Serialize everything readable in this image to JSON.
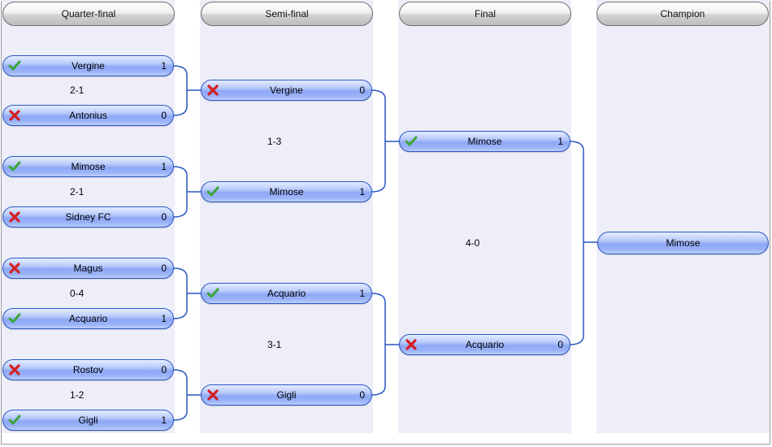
{
  "rounds": {
    "qf": "Quarter-final",
    "sf": "Semi-final",
    "final": "Final",
    "champion": "Champion"
  },
  "qf_matches": [
    {
      "result": "2-1",
      "top": {
        "name": "Vergine",
        "score": "1",
        "status": "win"
      },
      "bottom": {
        "name": "Antonius",
        "score": "0",
        "status": "loss"
      }
    },
    {
      "result": "2-1",
      "top": {
        "name": "Mimose",
        "score": "1",
        "status": "win"
      },
      "bottom": {
        "name": "Sidney FC",
        "score": "0",
        "status": "loss"
      }
    },
    {
      "result": "0-4",
      "top": {
        "name": "Magus",
        "score": "0",
        "status": "loss"
      },
      "bottom": {
        "name": "Acquario",
        "score": "1",
        "status": "win"
      }
    },
    {
      "result": "1-2",
      "top": {
        "name": "Rostov",
        "score": "0",
        "status": "loss"
      },
      "bottom": {
        "name": "Gigli",
        "score": "1",
        "status": "win"
      }
    }
  ],
  "sf_matches": [
    {
      "result": "1-3",
      "top": {
        "name": "Vergine",
        "score": "0",
        "status": "loss"
      },
      "bottom": {
        "name": "Mimose",
        "score": "1",
        "status": "win"
      }
    },
    {
      "result": "3-1",
      "top": {
        "name": "Acquario",
        "score": "1",
        "status": "win"
      },
      "bottom": {
        "name": "Gigli",
        "score": "0",
        "status": "loss"
      }
    }
  ],
  "final_match": {
    "result": "4-0",
    "top": {
      "name": "Mimose",
      "score": "1",
      "status": "win"
    },
    "bottom": {
      "name": "Acquario",
      "score": "0",
      "status": "loss"
    }
  },
  "champion": {
    "name": "Mimose"
  },
  "colors": {
    "column_bg": "#eeeef9",
    "pill_border": "#2a57c2",
    "line": "#2a57c2",
    "win": "#3aa63a",
    "loss": "#d42020"
  }
}
